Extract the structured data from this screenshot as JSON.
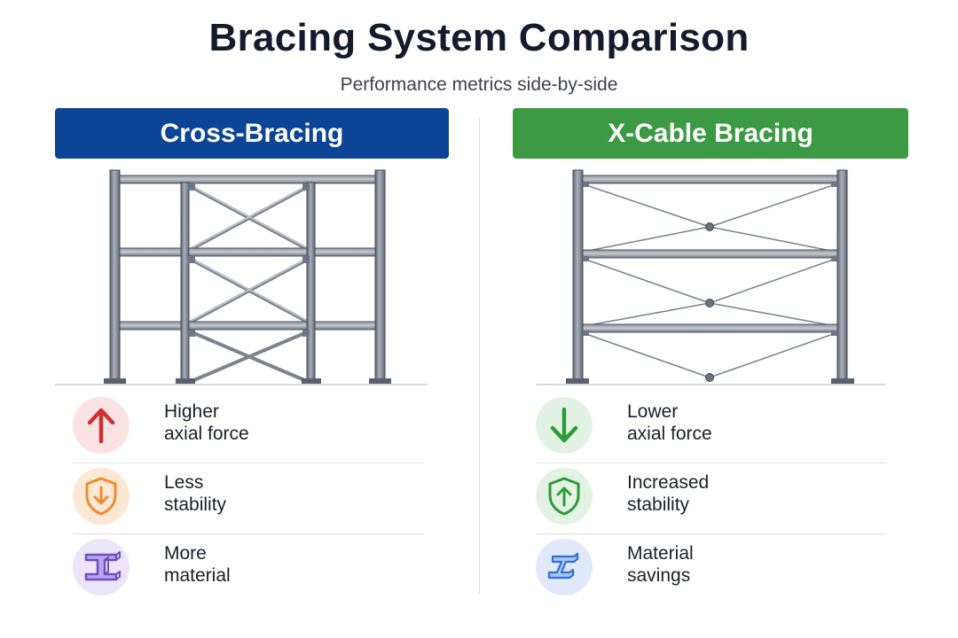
{
  "header": {
    "title": "Bracing System Comparison",
    "subtitle": "Performance metrics side-by-side"
  },
  "left": {
    "heading": "Cross-Bracing",
    "accent": "#0c4595",
    "metrics": [
      {
        "icon": "arrow-up-icon",
        "color": "#d32f2f",
        "line1": "Higher",
        "line2": "axial force"
      },
      {
        "icon": "shield-down-icon",
        "color": "#f28a2e",
        "line1": "Less",
        "line2": "stability"
      },
      {
        "icon": "i-beam-icon",
        "color": "#6a4fc3",
        "line1": "More",
        "line2": "material"
      }
    ]
  },
  "right": {
    "heading": "X-Cable Bracing",
    "accent": "#3c9a44",
    "metrics": [
      {
        "icon": "arrow-down-icon",
        "color": "#2e9a3a",
        "line1": "Lower",
        "line2": "axial force"
      },
      {
        "icon": "shield-up-icon",
        "color": "#2e9a3a",
        "line1": "Increased",
        "line2": "stability"
      },
      {
        "icon": "i-beam-icon",
        "color": "#2f6fd6",
        "line1": "Material",
        "line2": "savings"
      }
    ]
  }
}
